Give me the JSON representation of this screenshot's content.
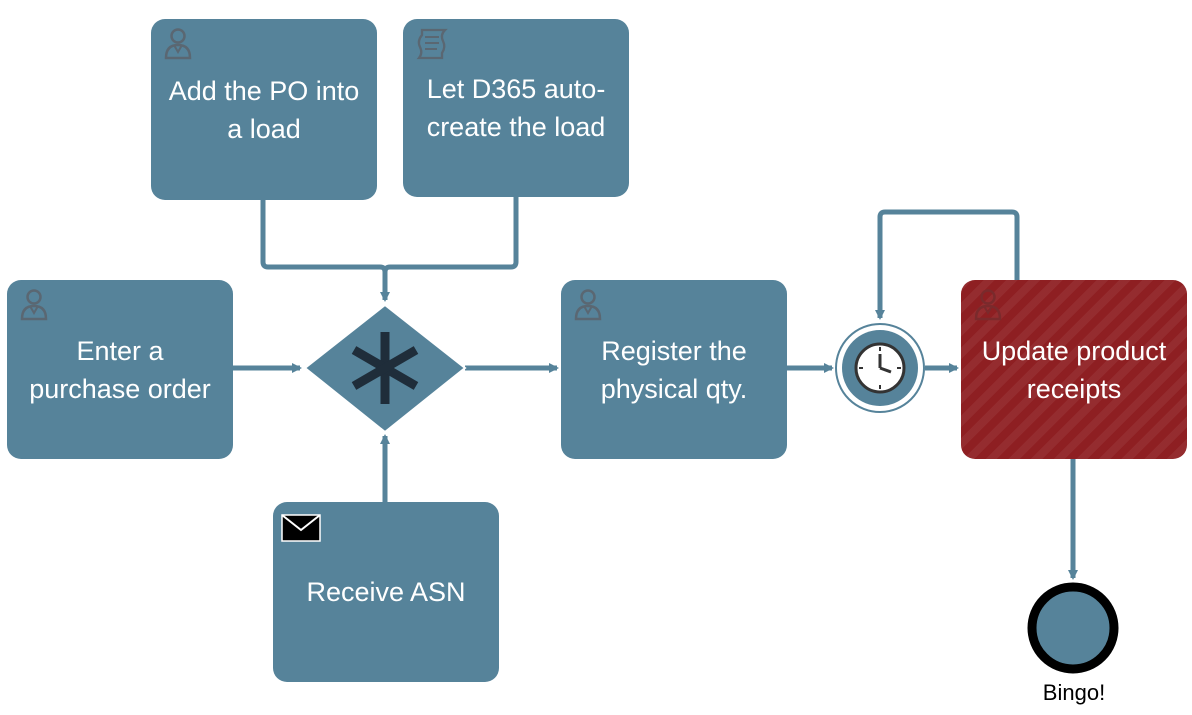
{
  "colors": {
    "task_fill": "#56839a",
    "task_fill_alert": "#8e1f22",
    "connector": "#56839a",
    "gateway_marker": "#1f2d3a",
    "task_text": "#ffffff",
    "end_event_border": "#000000"
  },
  "tasks": {
    "add_po": {
      "label": "Add the PO into\na load",
      "icon": "user-icon"
    },
    "auto_create": {
      "label": "Let D365 auto-\ncreate the load",
      "icon": "script-icon"
    },
    "enter_po": {
      "label": "Enter a\npurchase order",
      "icon": "user-icon"
    },
    "register_qty": {
      "label": "Register the\nphysical qty.",
      "icon": "user-icon"
    },
    "update_receipts": {
      "label": "Update product\nreceipts",
      "icon": "user-icon"
    },
    "receive_asn": {
      "label": "Receive ASN",
      "icon": "envelope-icon"
    }
  },
  "gateway": {
    "type": "complex-gateway",
    "icon": "asterisk-icon"
  },
  "timer_event": {
    "icon": "clock-icon"
  },
  "end_event": {
    "label": "Bingo!"
  }
}
